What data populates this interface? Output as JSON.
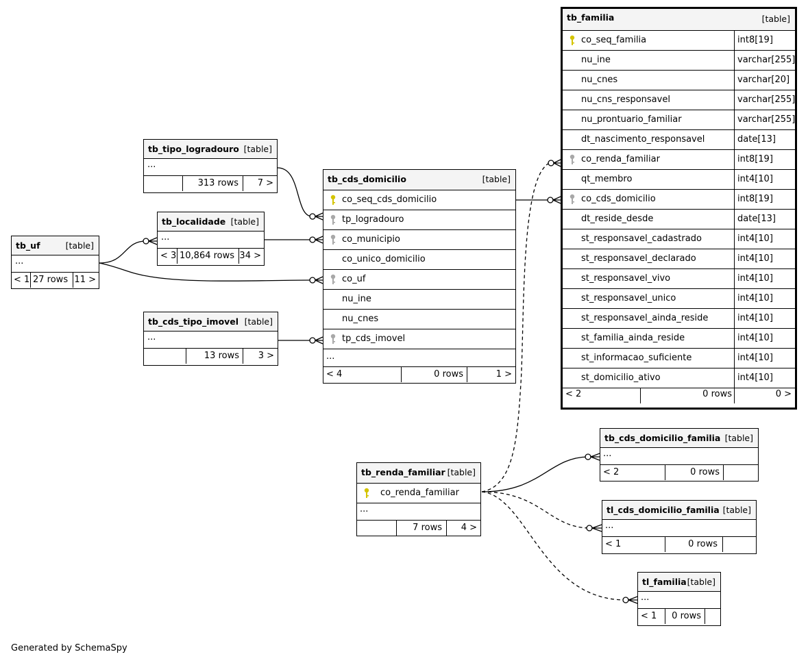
{
  "caption": "Generated by SchemaSpy",
  "tables": {
    "tb_familia": {
      "name": "tb_familia",
      "tag": "[table]",
      "columns": [
        {
          "name": "co_seq_familia",
          "type": "int8[19]",
          "key": "primary"
        },
        {
          "name": "nu_ine",
          "type": "varchar[255]",
          "key": ""
        },
        {
          "name": "nu_cnes",
          "type": "varchar[20]",
          "key": ""
        },
        {
          "name": "nu_cns_responsavel",
          "type": "varchar[255]",
          "key": ""
        },
        {
          "name": "nu_prontuario_familiar",
          "type": "varchar[255]",
          "key": ""
        },
        {
          "name": "dt_nascimento_responsavel",
          "type": "date[13]",
          "key": ""
        },
        {
          "name": "co_renda_familiar",
          "type": "int8[19]",
          "key": "foreign"
        },
        {
          "name": "qt_membro",
          "type": "int4[10]",
          "key": ""
        },
        {
          "name": "co_cds_domicilio",
          "type": "int8[19]",
          "key": "foreign"
        },
        {
          "name": "dt_reside_desde",
          "type": "date[13]",
          "key": ""
        },
        {
          "name": "st_responsavel_cadastrado",
          "type": "int4[10]",
          "key": ""
        },
        {
          "name": "st_responsavel_declarado",
          "type": "int4[10]",
          "key": ""
        },
        {
          "name": "st_responsavel_vivo",
          "type": "int4[10]",
          "key": ""
        },
        {
          "name": "st_responsavel_unico",
          "type": "int4[10]",
          "key": ""
        },
        {
          "name": "st_responsavel_ainda_reside",
          "type": "int4[10]",
          "key": ""
        },
        {
          "name": "st_familia_ainda_reside",
          "type": "int4[10]",
          "key": ""
        },
        {
          "name": "st_informacao_suficiente",
          "type": "int4[10]",
          "key": ""
        },
        {
          "name": "st_domicilio_ativo",
          "type": "int4[10]",
          "key": ""
        }
      ],
      "footer": {
        "parents": "< 2",
        "rows": "0 rows",
        "children": "0 >"
      }
    },
    "tb_cds_domicilio": {
      "name": "tb_cds_domicilio",
      "tag": "[table]",
      "columns": [
        {
          "name": "co_seq_cds_domicilio",
          "key": "primary"
        },
        {
          "name": "tp_logradouro",
          "key": "foreign"
        },
        {
          "name": "co_municipio",
          "key": "foreign"
        },
        {
          "name": "co_unico_domicilio",
          "key": ""
        },
        {
          "name": "co_uf",
          "key": "foreign"
        },
        {
          "name": "nu_ine",
          "key": ""
        },
        {
          "name": "nu_cnes",
          "key": ""
        },
        {
          "name": "tp_cds_imovel",
          "key": "foreign"
        }
      ],
      "more": "...",
      "footer": {
        "parents": "< 4",
        "rows": "0 rows",
        "children": "1 >"
      }
    },
    "tb_tipo_logradouro": {
      "name": "tb_tipo_logradouro",
      "tag": "[table]",
      "more": "...",
      "footer": {
        "parents": "",
        "rows": "313 rows",
        "children": "7 >"
      }
    },
    "tb_localidade": {
      "name": "tb_localidade",
      "tag": "[table]",
      "more": "...",
      "footer": {
        "parents": "< 3",
        "rows": "10,864 rows",
        "children": "34 >"
      }
    },
    "tb_uf": {
      "name": "tb_uf",
      "tag": "[table]",
      "more": "...",
      "footer": {
        "parents": "< 1",
        "rows": "27 rows",
        "children": "11 >"
      }
    },
    "tb_cds_tipo_imovel": {
      "name": "tb_cds_tipo_imovel",
      "tag": "[table]",
      "more": "...",
      "footer": {
        "parents": "",
        "rows": "13 rows",
        "children": "3 >"
      }
    },
    "tb_renda_familiar": {
      "name": "tb_renda_familiar",
      "tag": "[table]",
      "columns": [
        {
          "name": "co_renda_familiar",
          "key": "primary"
        }
      ],
      "more": "...",
      "footer": {
        "parents": "",
        "rows": "7 rows",
        "children": "4 >"
      }
    },
    "tb_cds_domicilio_familia": {
      "name": "tb_cds_domicilio_familia",
      "tag": "[table]",
      "more": "...",
      "footer": {
        "parents": "< 2",
        "rows": "0 rows",
        "children": ""
      }
    },
    "tl_cds_domicilio_familia": {
      "name": "tl_cds_domicilio_familia",
      "tag": "[table]",
      "more": "...",
      "footer": {
        "parents": "< 1",
        "rows": "0 rows",
        "children": ""
      }
    },
    "tl_familia": {
      "name": "tl_familia",
      "tag": "[table]",
      "more": "...",
      "footer": {
        "parents": "< 1",
        "rows": "0 rows",
        "children": ""
      }
    }
  },
  "colors": {
    "primary_key": "#d4c400",
    "foreign_key": "#a8a8a8",
    "header_bg": "#f4f4f4"
  }
}
